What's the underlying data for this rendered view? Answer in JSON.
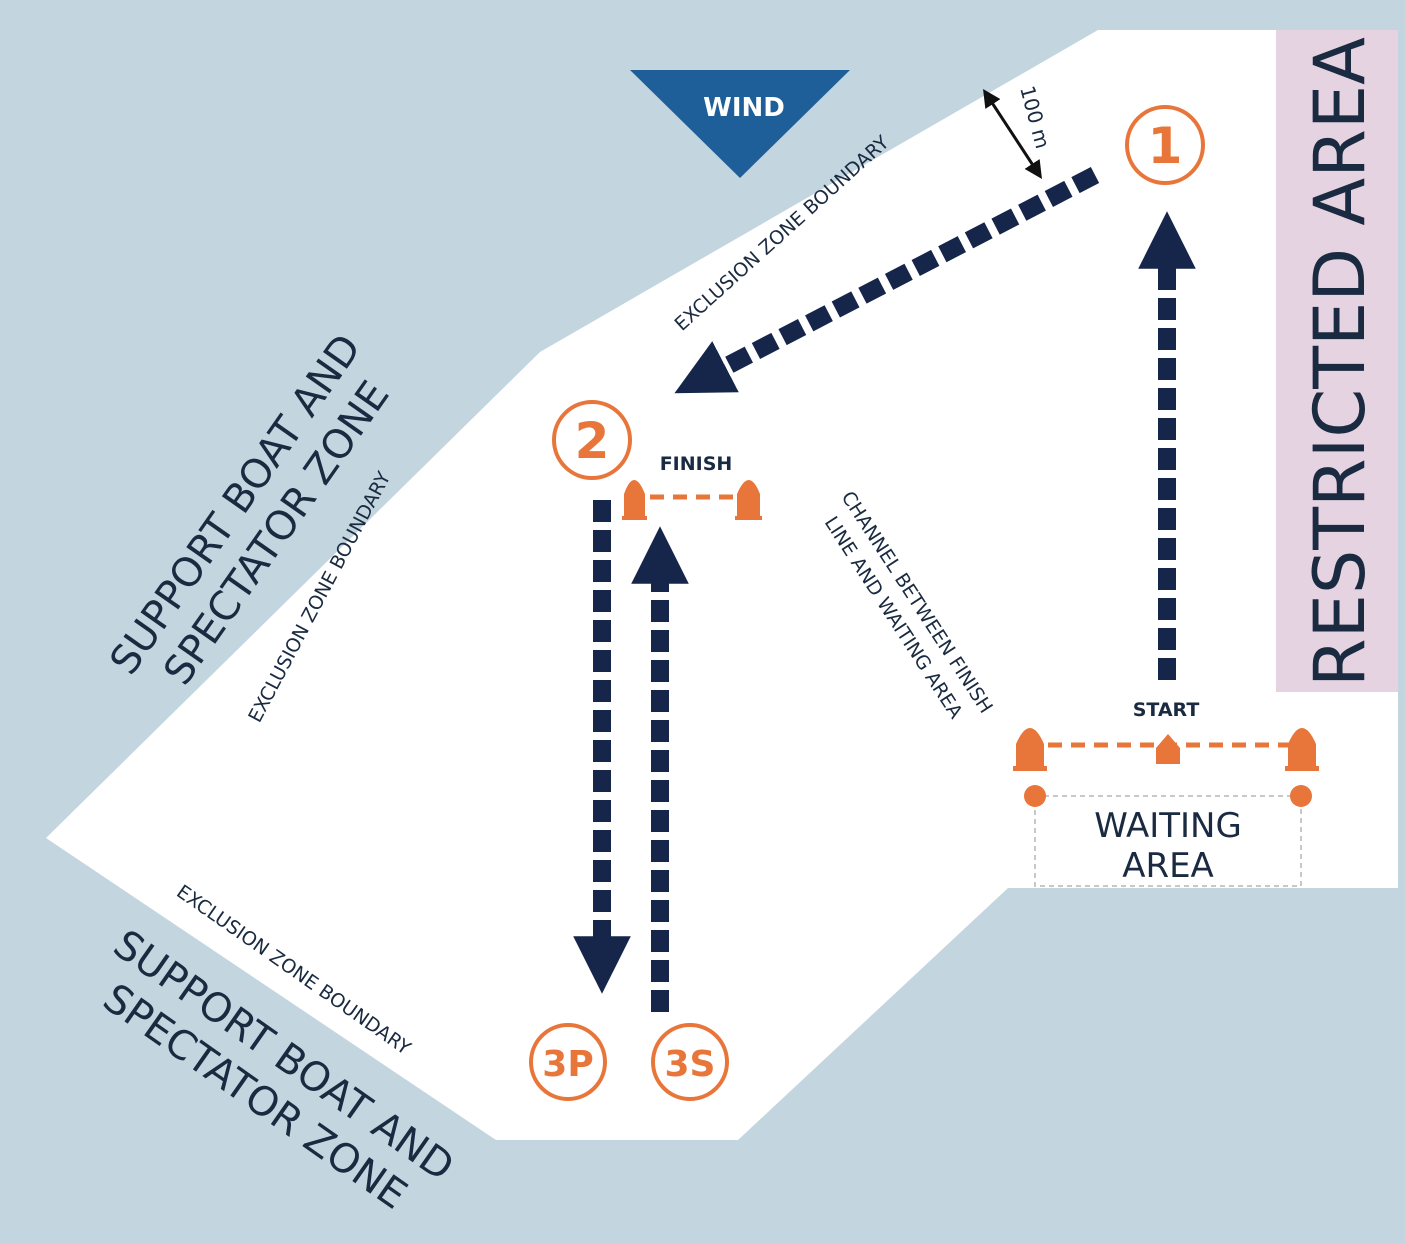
{
  "map": {
    "wind_label": "WIND",
    "restricted_label": "RESTRICTED AREA",
    "support_zone_labels": {
      "upper_line1": "SUPPORT BOAT AND",
      "upper_line2": "SPECTATOR ZONE",
      "lower_line1": "SUPPORT BOAT AND",
      "lower_line2": "SPECTATOR ZONE"
    },
    "exclusion_labels": {
      "top": "EXCLUSION ZONE BOUNDARY",
      "left": "EXCLUSION ZONE BOUNDARY",
      "bottom": "EXCLUSION ZONE BOUNDARY"
    },
    "distance_label": "100 m",
    "finish_label": "FINISH",
    "start_label": "START",
    "channel_labels": {
      "line1": "CHANNEL BETWEEN FINISH",
      "line2": "LINE AND WAITING AREA"
    },
    "waiting_area": {
      "line1": "WAITING",
      "line2": "AREA"
    },
    "marks": [
      {
        "id": "1",
        "label": "1"
      },
      {
        "id": "2",
        "label": "2"
      },
      {
        "id": "3P",
        "label": "3P"
      },
      {
        "id": "3S",
        "label": "3S"
      }
    ],
    "colors": {
      "water": "#c3d5df",
      "zone": "#ffffff",
      "restricted": "#e5d3e1",
      "wind": "#1f5f99",
      "course": "#16264a",
      "marks": "#e8763a",
      "text": "#1a2a40"
    }
  }
}
